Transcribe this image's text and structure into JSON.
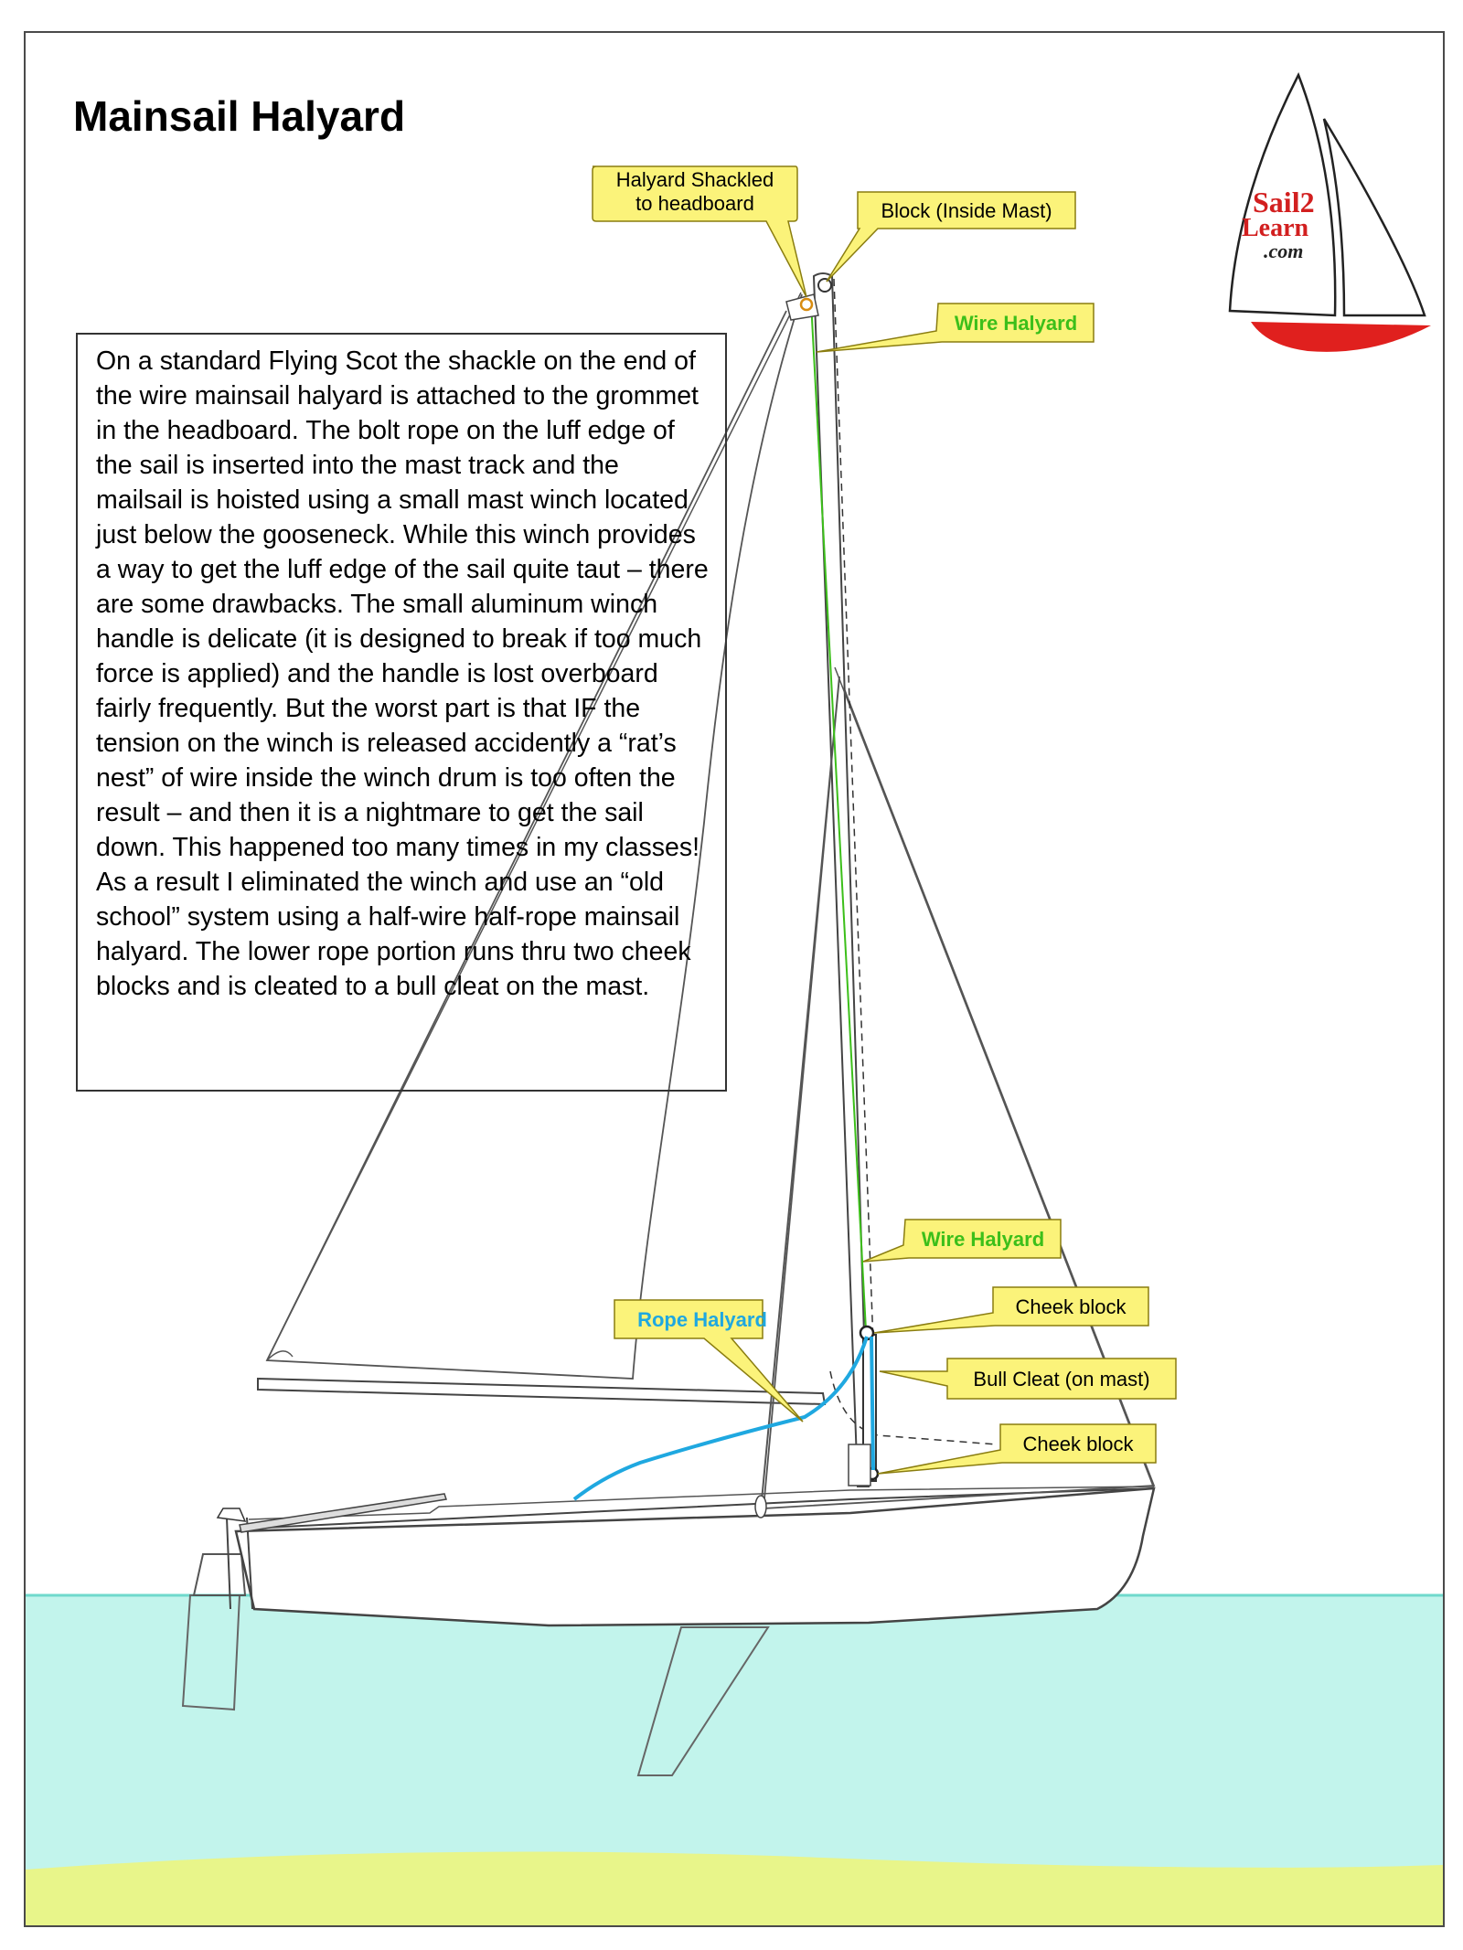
{
  "title": "Mainsail Halyard",
  "description": "On a standard Flying Scot the shackle on the end of the wire mainsail halyard is attached to the grommet in the headboard. The bolt rope on the luff edge of the sail is inserted into the mast track and the mailsail is hoisted using a small mast winch located just below the gooseneck. While this winch provides a way to get the luff edge of the sail quite taut – there are some drawbacks. The small aluminum winch handle is delicate (it is designed to break if too much force is applied) and the handle is lost overboard fairly frequently. But the worst part is that IF the tension on the winch is released accidently a “rat’s nest” of wire inside the winch drum is too often the result – and then it is a nightmare to get the sail down. This happened too many times in my classes! As a result I eliminated the winch and use an “old school” system using a half-wire half-rope mainsail halyard. The lower rope portion runs thru two cheek blocks and is cleated to a bull cleat on the mast.",
  "logo": {
    "line1": "Sail2",
    "line2": "Learn",
    "line3": ".com"
  },
  "callouts": {
    "halyard_shackled_line1": "Halyard Shackled",
    "halyard_shackled_line2": "to headboard",
    "block_inside_mast": "Block (Inside Mast)",
    "wire_halyard_top": "Wire Halyard",
    "wire_halyard_lower": "Wire Halyard",
    "cheek_block_upper": "Cheek block",
    "bull_cleat": "Bull Cleat (on mast)",
    "rope_halyard": "Rope Halyard",
    "cheek_block_lower": "Cheek block"
  },
  "colors": {
    "callout_fill": "#fbf37a",
    "callout_stroke": "#8a7d10",
    "wire_label": "#3cbf1a",
    "rope_label": "#1fa8e0",
    "rope_halyard": "#1fa8e0",
    "wire_halyard": "#3cbf1a",
    "water": "#c2f4ec",
    "waterline": "#6fd9cc",
    "sand": "#e8f58a",
    "logo_hull": "#e0201e"
  }
}
